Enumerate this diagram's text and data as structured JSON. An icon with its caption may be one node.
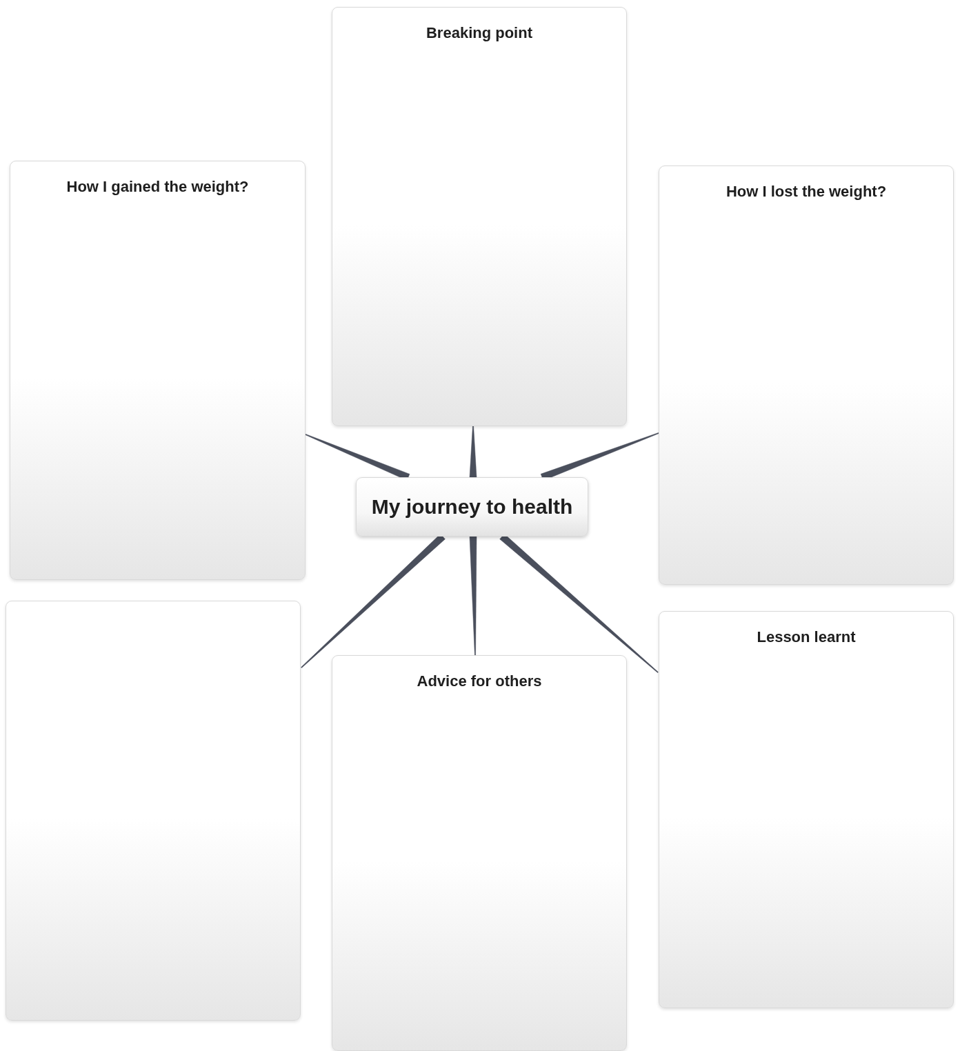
{
  "diagram": {
    "nodes": [
      {
        "text": [
          "My journey to health"
        ]
      },
      {
        "text": [
          "Breaking point"
        ]
      },
      {
        "text": [
          "How I gained the weight?"
        ]
      },
      {
        "text": [
          "How I lost the weight?"
        ]
      },
      {
        "text": [],
        "shape": "box"
      },
      {
        "text": [
          "Advice for others"
        ]
      },
      {
        "text": [
          "Lesson learnt"
        ]
      }
    ],
    "edges": [
      {
        "from": 0,
        "to": 1,
        "arrow": "none"
      },
      {
        "from": 0,
        "to": 2,
        "arrow": "none"
      },
      {
        "from": 0,
        "to": 3,
        "arrow": "none"
      },
      {
        "from": 0,
        "to": 4,
        "arrow": "none"
      },
      {
        "from": 0,
        "to": 5,
        "arrow": "none"
      },
      {
        "from": 0,
        "to": 6,
        "arrow": "none"
      }
    ]
  }
}
